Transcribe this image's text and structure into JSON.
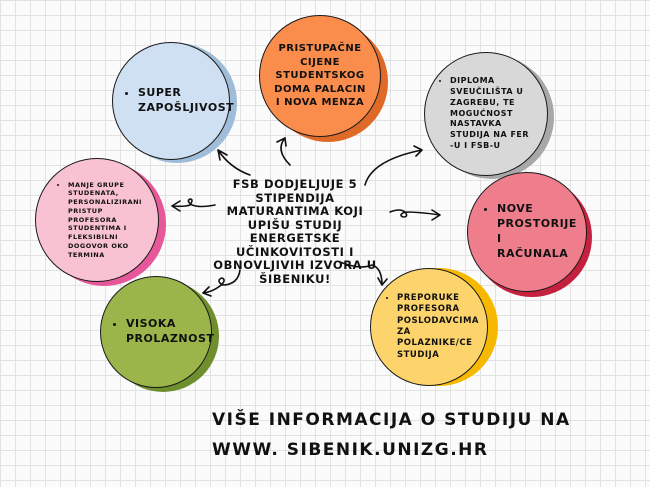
{
  "center": {
    "text": "FSB dodjeljuje 5 stipendija maturantima koji upišu studij energetske učinkovitosti i obnovljivih izvora u Šibeniku!"
  },
  "bubbles": [
    {
      "text": "Super zapošljivost",
      "color": "#cfe0f2",
      "shadow": "#9fbcd8"
    },
    {
      "text": "Pristupačne cijene studentskog doma Palacin i nova menza",
      "color": "#fa8c4c",
      "shadow": "#df6a27"
    },
    {
      "text": "Diploma Sveučilišta u Zagrebu, te mogućnost nastavka studija na FER -u i FSB-u",
      "color": "#d8d8d8",
      "shadow": "#a8a8a8"
    },
    {
      "text": "Manje grupe studenata, personalizirani pristup profesora studentima i fleksibilni dogovor oko termina",
      "color": "#f9c2d2",
      "shadow": "#e6589a"
    },
    {
      "text": "Nove prostorije i računala",
      "color": "#ef7e8d",
      "shadow": "#c4213e"
    },
    {
      "text": "Visoka prolaznost",
      "color": "#9bb54a",
      "shadow": "#6f8f2e"
    },
    {
      "text": "Preporuke profesora poslodavcima za polaznike/ce studija",
      "color": "#fdd46c",
      "shadow": "#f6b800"
    }
  ],
  "footer": {
    "line1": "Više informacija o studiju na",
    "line2": "www. sibenik.unizg.hr"
  }
}
